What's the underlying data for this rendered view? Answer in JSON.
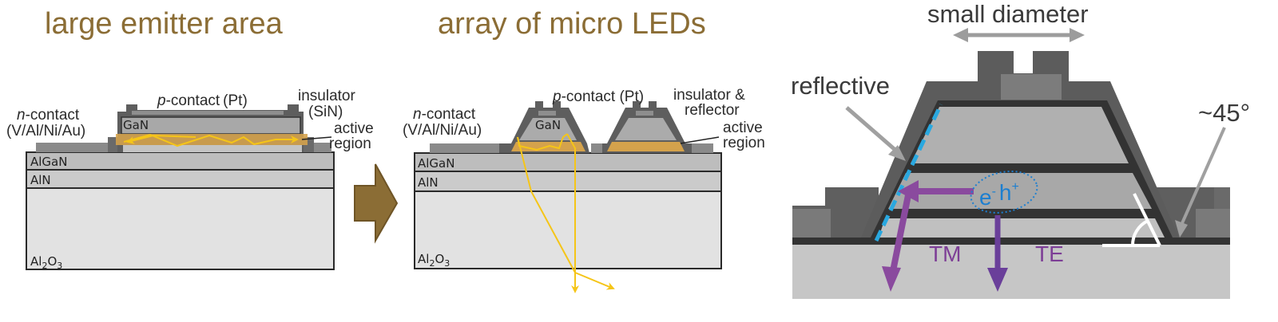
{
  "panels": {
    "left": {
      "title": "large emitter area",
      "labels": {
        "n_contact_italic": "n",
        "n_contact_rest": "-contact",
        "n_contact_metals": "(V/Al/Ni/Au)",
        "p_contact_italic": "p",
        "p_contact_rest": "-contact",
        "p_contact_metal": "(Pt)",
        "insulator": "insulator",
        "insulator_material": "(SiN)",
        "active_line1": "active",
        "active_line2": "region"
      },
      "layers": {
        "gan": "GaN",
        "algan": "AlGaN",
        "aln": "AlN",
        "sapphire_base": "Al",
        "sapphire_sub1": "2",
        "sapphire_mid": "O",
        "sapphire_sub2": "3"
      }
    },
    "middle": {
      "title": "array of micro LEDs",
      "labels": {
        "n_contact_italic": "n",
        "n_contact_rest": "-contact",
        "n_contact_metals": "(V/Al/Ni/Au)",
        "p_contact_italic": "p",
        "p_contact_rest": "-contact (Pt)",
        "insulator_line1": "insulator &",
        "insulator_line2": "reflector",
        "active_line1": "active",
        "active_line2": "region"
      },
      "layers": {
        "gan": "GaN",
        "algan": "AlGaN",
        "aln": "AlN",
        "sapphire_base": "Al",
        "sapphire_sub1": "2",
        "sapphire_mid": "O",
        "sapphire_sub2": "3"
      }
    },
    "right": {
      "labels": {
        "small_diameter": "small diameter",
        "reflective": "reflective",
        "angle": "~45°",
        "electron": "e",
        "electron_sup": "-",
        "hole": "h",
        "hole_sup": "+",
        "tm": "TM",
        "te": "TE"
      }
    }
  },
  "colors": {
    "title": "#8b6d35",
    "arrow": "#7f6230",
    "light_ray": "#f5c518",
    "active_region": "#d4a24c",
    "reflector": "#29a8e0",
    "tm_arrow": "#8a4a9e",
    "te_arrow": "#6a3f9a",
    "exciton": "#1d7fd0"
  }
}
